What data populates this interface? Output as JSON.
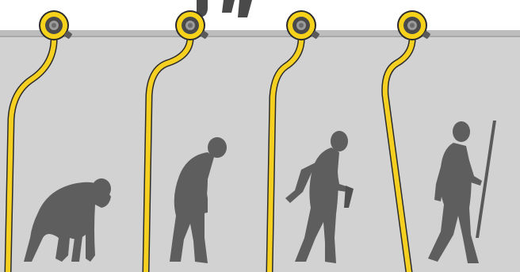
{
  "scene": {
    "colors": {
      "top_background": "#ffffff",
      "ground_background": "#d2d2d2",
      "rail": "#bdbdbd",
      "rail_shadow": "#9c9c9c",
      "cable": "#f5d020",
      "cable_outline": "#2b2b2b",
      "reel_ring": "#f7d21b",
      "reel_core": "#4a4a4a",
      "reel_center": "#9a9a9a",
      "silhouette": "#5e5e5e"
    },
    "figures": [
      {
        "name": "ape-on-all-fours",
        "icon": "ape-icon"
      },
      {
        "name": "stooped-early-hominid",
        "icon": "hominid-icon"
      },
      {
        "name": "hunched-hominid-with-tool",
        "icon": "hominid-tool-icon"
      },
      {
        "name": "upright-human-with-spear",
        "icon": "human-spear-icon"
      }
    ]
  }
}
